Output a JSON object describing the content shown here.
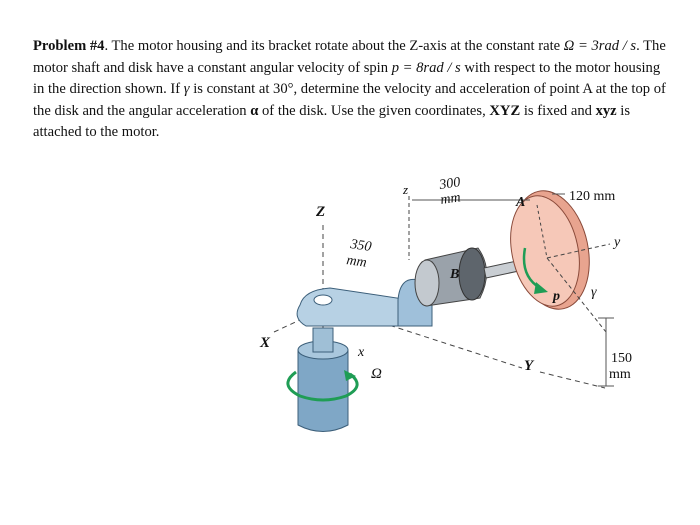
{
  "problem": {
    "heading": "Problem #4",
    "s1": ". The motor housing and its bracket rotate about the Z-axis at the constant rate ",
    "omega_eq": "Ω = 3rad / s",
    "s2": ". The motor shaft and disk have a constant angular velocity of spin ",
    "p_eq": "p = 8rad / s",
    "s3": " with respect to the motor housing in the direction shown. If ",
    "gamma": "γ",
    "s4": " is constant at 30°, determine the velocity and acceleration of point A at the top of the disk and the angular acceleration ",
    "alpha": "α",
    "s5": " of the disk. Use the given coordinates, ",
    "XYZ": "XYZ",
    "s6": " is fixed and ",
    "xyz": "xyz",
    "s7": " is attached to the motor."
  },
  "figure": {
    "Z": "Z",
    "z": "z",
    "X": "X",
    "x": "x",
    "Y": "Y",
    "y": "y",
    "A": "A",
    "B": "B",
    "p": "p",
    "gamma": "γ",
    "Omega": "Ω",
    "d350a": "350",
    "d350b": "mm",
    "d300a": "300",
    "d300b": "mm",
    "d120": "120 mm",
    "d150a": "150",
    "d150b": "mm"
  }
}
